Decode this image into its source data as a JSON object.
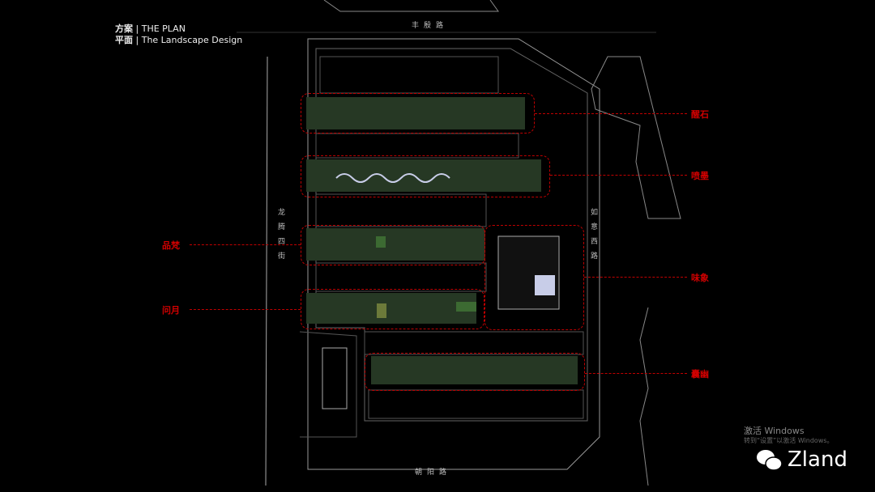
{
  "header": {
    "title_cn": "方案",
    "title_en": "THE PLAN",
    "subtitle_cn": "平面",
    "subtitle_en": "The Landscape Design",
    "sep": "|"
  },
  "roads": {
    "north": "丰殷路",
    "west": "龙腾四街",
    "east": "如意西路",
    "south": "朝阳路"
  },
  "zones": [
    {
      "label": "醒石"
    },
    {
      "label": "喷墨"
    },
    {
      "label": "品梵"
    },
    {
      "label": "味象"
    },
    {
      "label": "问月"
    },
    {
      "label": "囊幽"
    }
  ],
  "watermark": {
    "line1": "激活 Windows",
    "line2": "转到“设置”以激活 Windows。",
    "brand": "Zland"
  },
  "colors": {
    "accent": "#c00000",
    "green": "#2f4a2a",
    "lines": "#9a9a9a"
  }
}
